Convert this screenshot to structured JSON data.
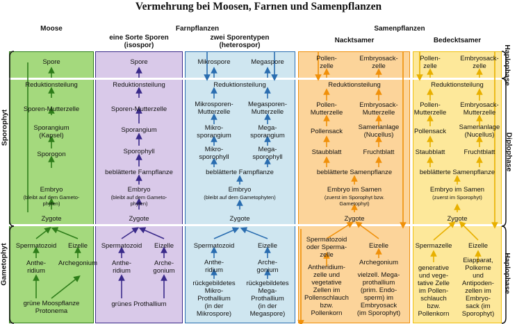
{
  "title": "Vermehrung bei Moosen, Farnen und Samenpflanzen",
  "headers": {
    "moose": "Moose",
    "farnpflanzen": "Farnpflanzen",
    "fern1": "eine Sorte Sporen\n(isospor)",
    "fern2": "zwei Sporentypen\n(heterospor)",
    "samenpflanzen": "Samenpflanzen",
    "nackt": "Nacktsamer",
    "bedeckt": "Bedecktsamer"
  },
  "side_left": {
    "sporophyt": "Sporophyt",
    "gametophyt": "Gametophyt"
  },
  "side_right": {
    "haplo1": "Haplophase",
    "diplo": "Diplophase",
    "haplo2": "Haplophase"
  },
  "colors": {
    "moss": "#2e7d1a",
    "fern1": "#3a2a8a",
    "fern2": "#2a6db0",
    "gym": "#f0900a",
    "ang": "#f0c010"
  },
  "moss": {
    "spore": "Spore",
    "reduktion": "Reduktionsteilung",
    "muttern": "Sporen-Mutterzelle",
    "sporangium": "Sporangium\n(Kapsel)",
    "sporogon": "Sporogon",
    "embryo": "Embryo",
    "embryo_note": "(bleibt auf dem Gameto-\nphyten)",
    "zygote": "Zygote",
    "spermatozoid": "Spermatozoid",
    "eizelle": "Eizelle",
    "antheridium": "Anthe-\nridium",
    "archegonium": "Archegonium",
    "prothallium": "grüne Moospflanze\nProtonema"
  },
  "fern1": {
    "spore": "Spore",
    "reduktion": "Reduktionsteilung",
    "muttern": "Sporen-Mutterzelle",
    "sporangium": "Sporangium",
    "sporophyll": "Sporophyll",
    "farn": "beblätterte Farnpflanze",
    "embryo": "Embryo",
    "embryo_note": "(bleibt auf dem Gameto-\nphyten)",
    "zygote": "Zygote",
    "spermatozoid": "Spermatozoid",
    "eizelle": "Eizelle",
    "antheridium": "Anthe-\nridium",
    "archegonium": "Arche-\ngonium",
    "prothallium": "grünes Prothallium"
  },
  "fern2": {
    "mikrospore": "Mikrospore",
    "megaspore": "Megaspore",
    "reduktion": "Reduktionsteilung",
    "mikro_mutter": "Mikrosporen-\nMutterzelle",
    "mega_mutter": "Megasporen-\nMutterzelle",
    "mikro_sporangium": "Mikro-\nsporangium",
    "mega_sporangium": "Mega-\nsporangium",
    "mikro_sporophyll": "Mikro-\nsporophyll",
    "mega_sporophyll": "Mega-\nsporophyll",
    "farn": "beblätterte Farnpflanze",
    "embryo": "Embryo",
    "embryo_note": "(bleibt auf dem Gametophyten)",
    "zygote": "Zygote",
    "spermatozoid": "Spermatozoid",
    "eizelle": "Eizelle",
    "antheridium": "Anthe-\nridium",
    "archegonium": "Arche-\ngonium",
    "mikro_prothallium": "rückgebildetes\nMikro-\nProthallium\n(in der\nMikrospore)",
    "mega_prothallium": "rückgebildetes\nMega-\nProthallium\n(in der\nMegaspore)"
  },
  "gym": {
    "pollen": "Pollen-\nzelle",
    "embryosack": "Embryosack-\nzelle",
    "reduktion": "Reduktionsteilung",
    "pollen_mutter": "Pollen-\nMutterzelle",
    "embryo_mutter": "Embryosack-\nMutterzelle",
    "pollensack": "Pollensack",
    "samenanlage": "Samenanlage\n(Nucellus)",
    "staubblatt": "Staubblatt",
    "fruchtblatt": "Fruchtblatt",
    "pflanze": "beblätterte Samenpflanze",
    "embryo": "Embryo im Samen",
    "embryo_note": "(zuerst im Sporophyt bzw.\nGametophyt)",
    "zygote": "Zygote",
    "spermatozoid": "Spermatozoid\noder Sperma-\nzelle",
    "eizelle": "Eizelle",
    "antheridium": "Antheridium-\nzelle und\nvegetative\nZellen im\nPollenschlauch\nbzw.\nPollenkorn",
    "archegonium": "Archegonium",
    "prothallium": "vielzell. Mega-\nprothallium\n(prim. Endo-\nsperm) im\nEmbryosack\n(im Sporophyt)"
  },
  "ang": {
    "pollen": "Pollen-\nzelle",
    "embryosack": "Embryosack-\nzelle",
    "reduktion": "Reduktionsteilung",
    "pollen_mutter": "Pollen-\nMutterzelle",
    "embryo_mutter": "Embryosack-\nMutterzelle",
    "pollensack": "Pollensack",
    "samenanlage": "Samenanlage\n(Nucellus)",
    "staubblatt": "Staubblatt",
    "fruchtblatt": "Fruchtblatt",
    "pflanze": "beblätterte Samenpflanze",
    "embryo": "Embryo im Samen",
    "embryo_note": "(zuerst im Sporophyt)",
    "zygote": "Zygote",
    "spermazelle": "Spermazelle",
    "eizelle": "Eizelle",
    "generative": "generative\nund vege-\ntative Zelle\nim Pollen-\nschlauch\nbzw.\nPollenkorn",
    "eiapparat": "Eiapparat,\nPolkerne\nund\nAntipoden-\nzellen im\nEmbryo-\nsack (im\nSporophyt)"
  }
}
